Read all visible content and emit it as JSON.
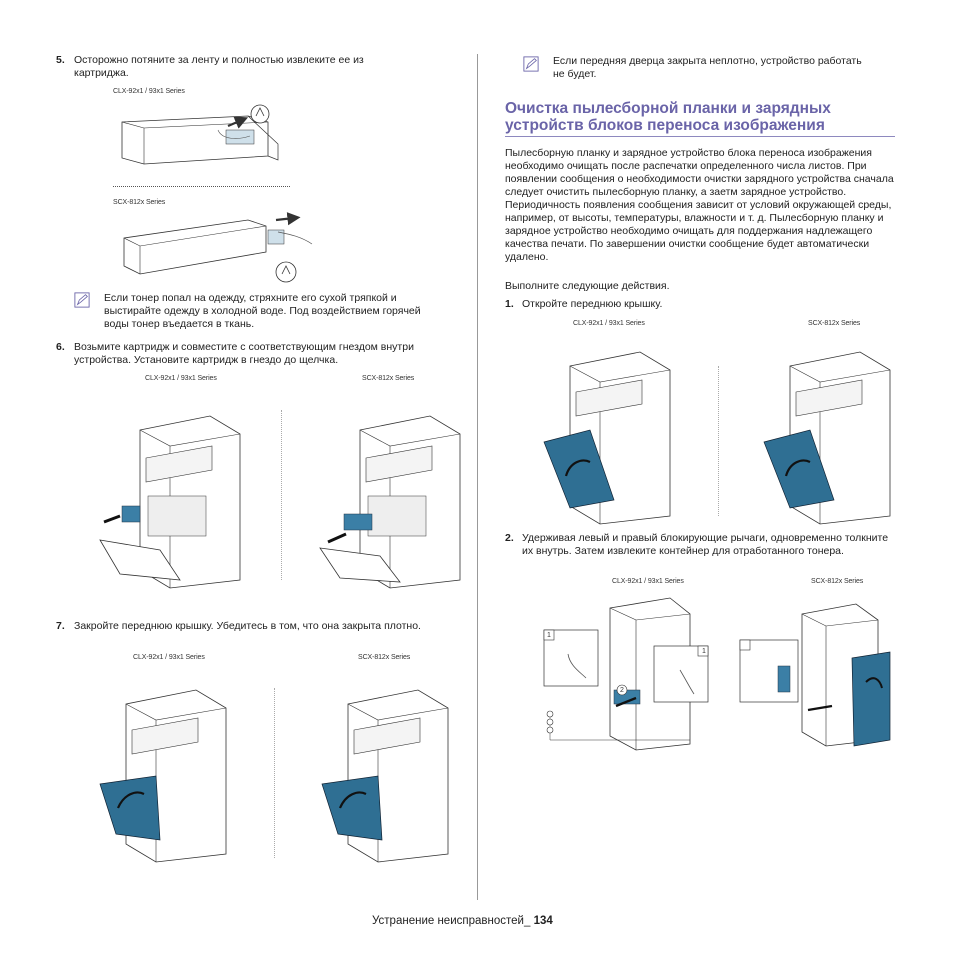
{
  "left": {
    "step5": {
      "num": "5.",
      "text": "Осторожно потяните за ленту и полностью извлеките ее из картриджа.",
      "series_clx": "CLX-92x1 / 93x1 Series",
      "series_scx": "SCX-812x Series"
    },
    "note1": "Если тонер попал на одежду, стряхните его сухой тряпкой и выстирайте одежду в холодной воде. Под воздействием горячей воды тонер въедается в ткань.",
    "step6": {
      "num": "6.",
      "text": "Возьмите картридж и совместите с соответствующим гнездом внутри устройства. Установите картридж в гнездо до щелчка.",
      "series_clx": "CLX-92x1 / 93x1 Series",
      "series_scx": "SCX-812x Series"
    },
    "step7": {
      "num": "7.",
      "text": "Закройте переднюю крышку. Убедитесь в том, что она закрыта плотно.",
      "series_clx": "CLX-92x1 / 93x1 Series",
      "series_scx": "SCX-812x Series"
    }
  },
  "right": {
    "note_top": "Если передняя дверца закрыта неплотно, устройство работать не будет.",
    "heading": "Очистка пылесборной планки и зарядных устройств блоков переноса изображения",
    "paragraph": "Пылесборную планку и зарядное устройство блока переноса изображения необходимо очищать после распечатки определенного числа листов. При появлении сообщения о необходимости очистки зарядного устройства сначала следует очистить пылесборную планку, а заетм зарядное устройство. Периодичность появления сообщения зависит от условий окружающей среды, например, от высоты, температуры, влажности и т. д. Пылесборную планку и зарядное устройство необходимо очищать для поддержания надлежащего качества печати. По завершении очистки сообщение будет автоматически удалено.",
    "intro": "Выполните следующие действия.",
    "step1": {
      "num": "1.",
      "text": "Откройте переднюю крышку.",
      "series_clx": "CLX-92x1 / 93x1 Series",
      "series_scx": "SCX-812x Series"
    },
    "step2": {
      "num": "2.",
      "text": "Удерживая левый и правый блокирующие рычаги, одновременно толкните их внутрь. Затем извлеките контейнер для отработанного тонера.",
      "series_clx": "CLX-92x1 / 93x1 Series",
      "series_scx": "SCX-812x Series",
      "callout_1": "1",
      "callout_2": "2"
    }
  },
  "footer": {
    "label": "Устранение неисправностей_",
    "page": "134"
  },
  "colors": {
    "heading": "#6a64a8",
    "toner_blue": "#3b7fa6",
    "door_blue": "#2f6f93"
  }
}
